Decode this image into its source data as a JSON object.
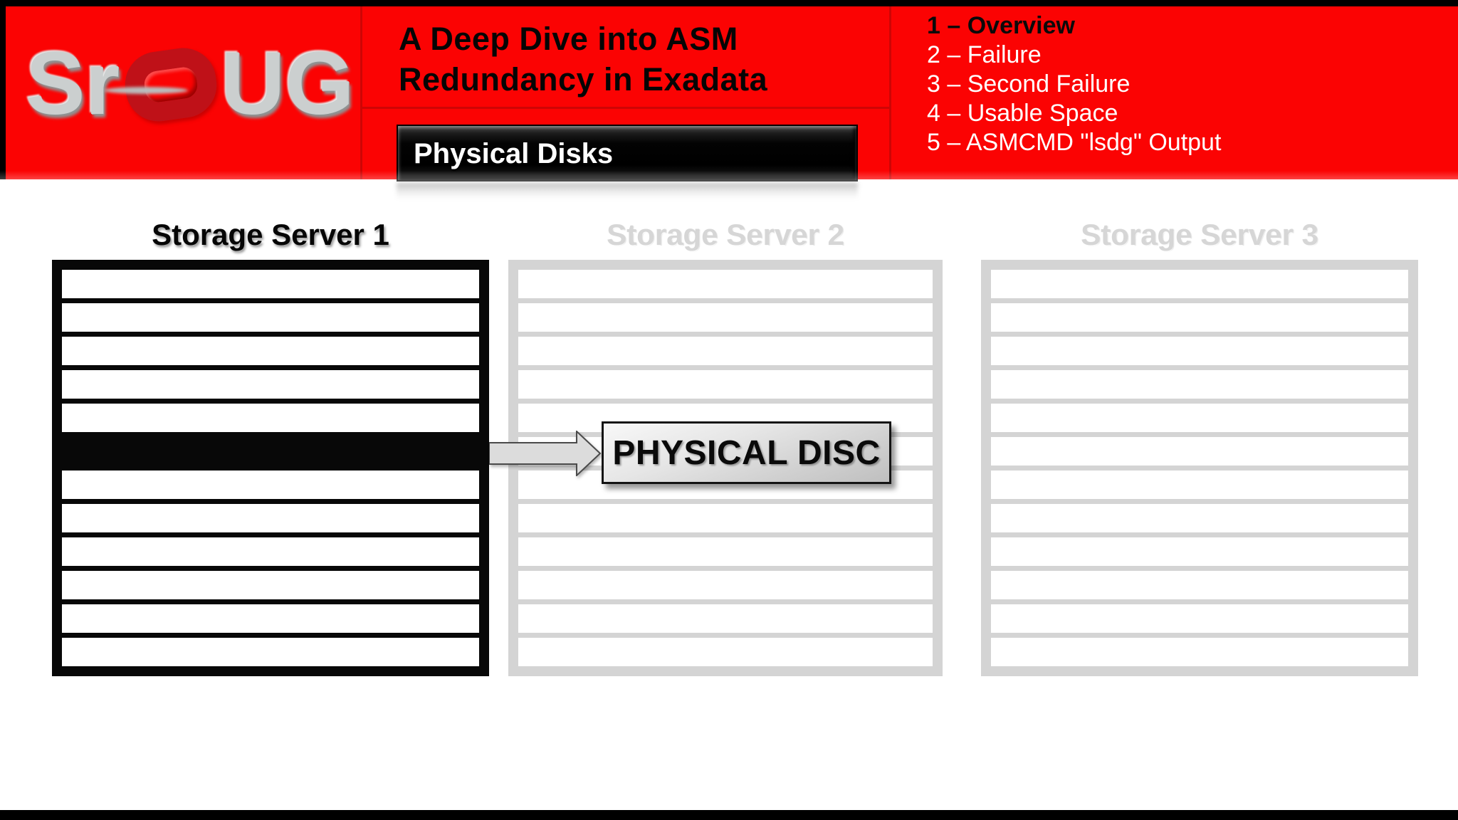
{
  "banner": {
    "logo": {
      "prefix": "Sr",
      "suffix": "UG",
      "ring": "oracle-style-ring"
    },
    "title": {
      "line1": "A Deep Dive into ASM",
      "line2": "Redundancy in Exadata"
    },
    "section_button": {
      "label": "Physical Disks"
    },
    "agenda": {
      "items": [
        {
          "text": "1 – Overview",
          "active": true
        },
        {
          "text": "2 – Failure",
          "active": false
        },
        {
          "text": "3 – Second Failure",
          "active": false
        },
        {
          "text": "4 – Usable Space",
          "active": false
        },
        {
          "text": "5 – ASMCMD \"lsdg\" Output",
          "active": false
        }
      ]
    }
  },
  "diagram": {
    "servers": [
      {
        "name": "Storage Server 1",
        "style": "dark",
        "disk_count": 12,
        "highlighted_disk": 6
      },
      {
        "name": "Storage Server 2",
        "style": "light",
        "disk_count": 12,
        "highlighted_disk": 0
      },
      {
        "name": "Storage Server 3",
        "style": "light",
        "disk_count": 12,
        "highlighted_disk": 0
      }
    ],
    "callout": {
      "label": "PHYSICAL DISC"
    }
  },
  "colors": {
    "banner_red": "#fb0303",
    "divider_red": "#ce0505",
    "highlight_black": "#080808",
    "inactive_gray": "#d4d4d4",
    "callout_fill": "#d9d9d9",
    "background": "#ffffff"
  }
}
